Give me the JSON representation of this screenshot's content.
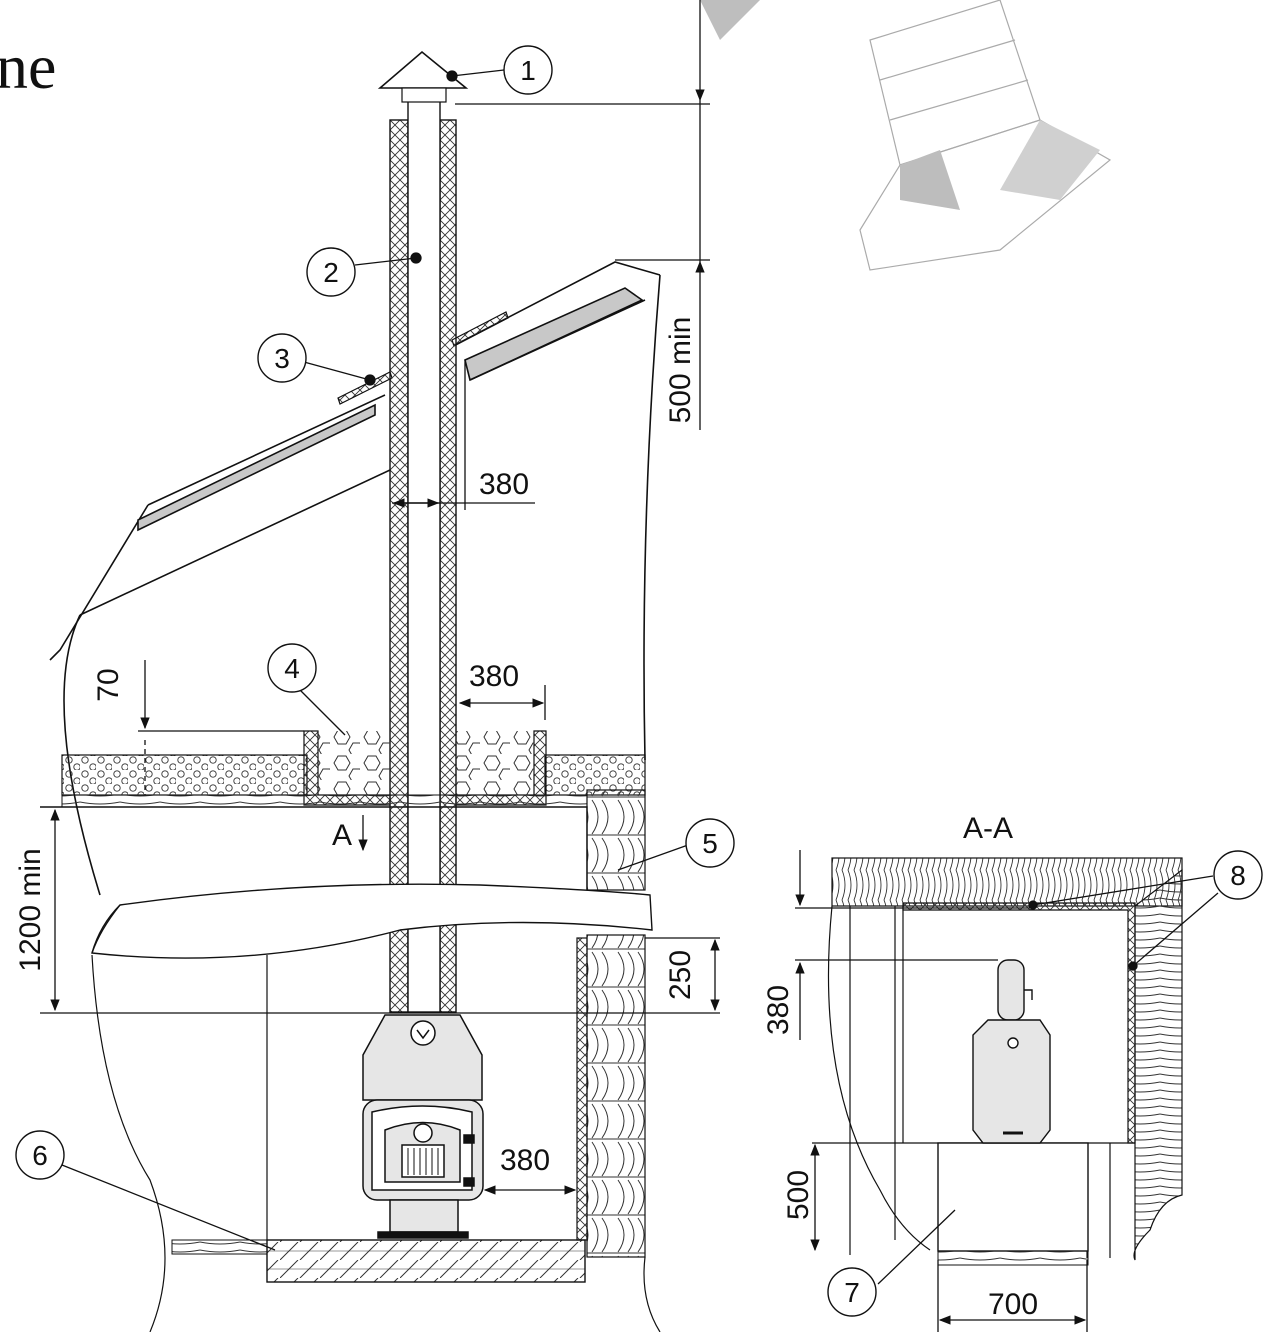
{
  "heading": {
    "fragment": "ne"
  },
  "dimensions": {
    "d500": "500 min",
    "d380_roof": "380",
    "d380_ceiling": "380",
    "d70": "70",
    "d1200": "1200 min",
    "d250": "250",
    "d380_side": "380",
    "d380_plan": "380",
    "d500_plan": "500",
    "d700": "700"
  },
  "section_label": "A-A",
  "cut_marker": "A",
  "callouts": [
    "1",
    "2",
    "3",
    "4",
    "5",
    "6",
    "7",
    "8"
  ],
  "colors": {
    "line": "#111111",
    "roof_band": "#c8c8c8",
    "hatch": "#333333"
  }
}
